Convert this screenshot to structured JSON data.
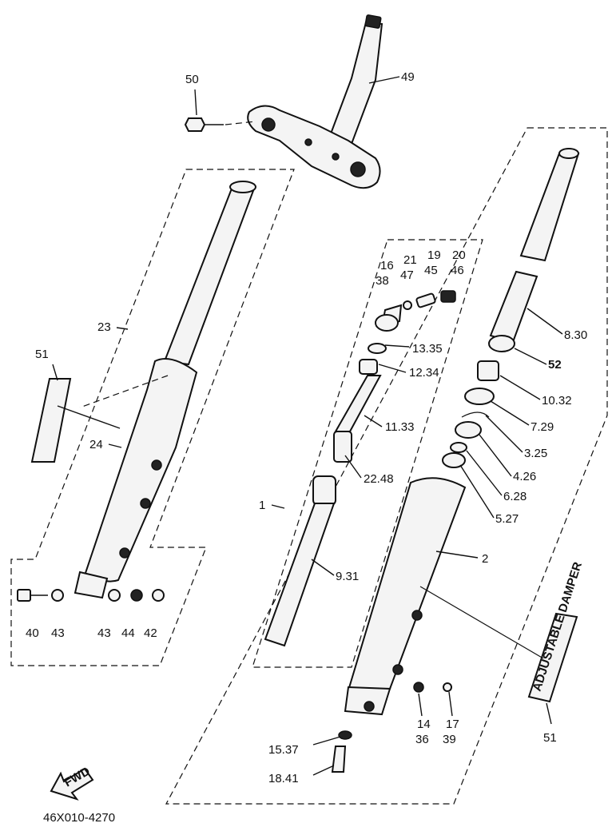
{
  "diagram": {
    "code": "46X010-4270",
    "fwd_label": "FWD",
    "sticker_text": "ADJUSTABLE DAMPER",
    "callouts": {
      "c50": "50",
      "c49": "49",
      "c23": "23",
      "c51a": "51",
      "c24": "24",
      "c40": "40",
      "c43a": "43",
      "c43b": "43",
      "c44": "44",
      "c42": "42",
      "c16": "16",
      "c38": "38",
      "c21": "21",
      "c47": "47",
      "c19": "19",
      "c45": "45",
      "c20": "20",
      "c46": "46",
      "c13_35": "13.35",
      "c12_34": "12.34",
      "c11_33": "11.33",
      "c22_48": "22.48",
      "c1": "1",
      "c9_31": "9.31",
      "c8_30": "8.30",
      "c52": "52",
      "c10_32": "10.32",
      "c7_29": "7.29",
      "c3_25": "3.25",
      "c4_26": "4.26",
      "c6_28": "6.28",
      "c5_27": "5.27",
      "c2": "2",
      "c14": "14",
      "c36": "36",
      "c17": "17",
      "c39": "39",
      "c15_37": "15.37",
      "c18_41": "18.41",
      "c51b": "51"
    }
  }
}
